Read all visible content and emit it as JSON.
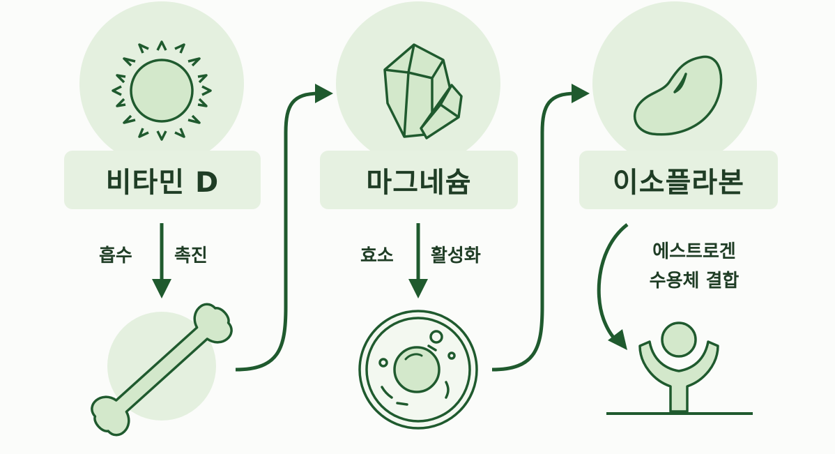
{
  "columns": [
    {
      "id": "vitamin-d",
      "label": "비타민 D",
      "icon": "sun-icon",
      "effect_left": "흡수",
      "effect_right": "촉진",
      "target_icon": "bone-icon"
    },
    {
      "id": "magnesium",
      "label": "마그네슘",
      "icon": "crystal-icon",
      "effect_left": "효소",
      "effect_right": "활성화",
      "target_icon": "cell-icon"
    },
    {
      "id": "isoflavone",
      "label": "이소플라본",
      "icon": "bean-icon",
      "effect_line1": "에스트로겐",
      "effect_line2": "수용체 결합",
      "target_icon": "receptor-icon"
    }
  ],
  "colors": {
    "dark_green": "#1f5a2e",
    "light_green": "#e4f0df",
    "icon_fill": "#d3e8cb",
    "text": "#1f3d25"
  }
}
